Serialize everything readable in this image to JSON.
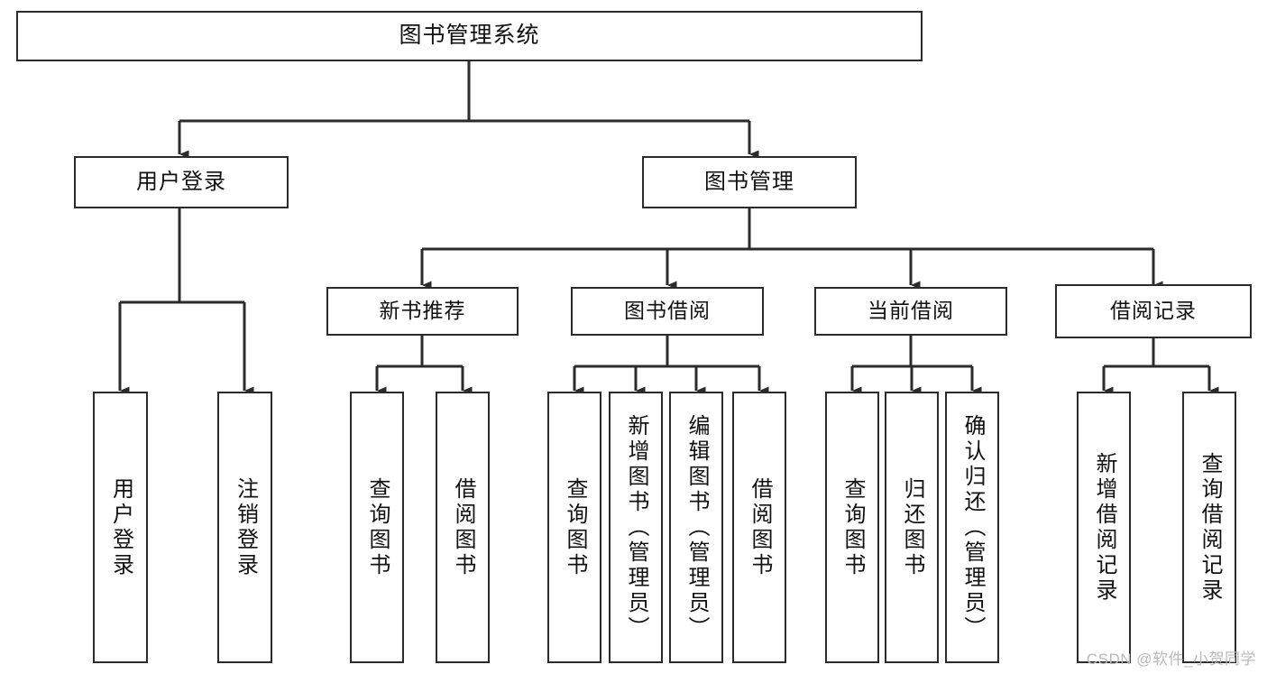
{
  "diagram": {
    "title": "图书管理系统",
    "type": "hierarchy-tree",
    "background_color": "#ffffff",
    "line_color": "#2b2b2b",
    "text_color": "#111111"
  },
  "nodes": {
    "root": {
      "label": "图书管理系统"
    },
    "level1": [
      {
        "id": "user-login",
        "label": "用户登录"
      },
      {
        "id": "book-manage",
        "label": "图书管理"
      }
    ],
    "level2": [
      {
        "id": "new-book-recommend",
        "label": "新书推荐"
      },
      {
        "id": "book-borrow",
        "label": "图书借阅"
      },
      {
        "id": "current-borrow",
        "label": "当前借阅"
      },
      {
        "id": "borrow-record",
        "label": "借阅记录"
      }
    ],
    "leaves": [
      {
        "id": "leaf-user-login",
        "label": "用户登录",
        "parent": "user-login"
      },
      {
        "id": "leaf-user-logout",
        "label": "注销登录",
        "parent": "user-login"
      },
      {
        "id": "leaf-query-book-1",
        "label": "查询图书",
        "parent": "new-book-recommend"
      },
      {
        "id": "leaf-borrow-book-1",
        "label": "借阅图书",
        "parent": "new-book-recommend"
      },
      {
        "id": "leaf-query-book-2",
        "label": "查询图书",
        "parent": "book-borrow"
      },
      {
        "id": "leaf-add-book",
        "label": "新增图书（管理员）",
        "parent": "book-borrow"
      },
      {
        "id": "leaf-edit-book",
        "label": "编辑图书（管理员）",
        "parent": "book-borrow"
      },
      {
        "id": "leaf-borrow-book-2",
        "label": "借阅图书",
        "parent": "book-borrow"
      },
      {
        "id": "leaf-query-book-3",
        "label": "查询图书",
        "parent": "current-borrow"
      },
      {
        "id": "leaf-return-book",
        "label": "归还图书",
        "parent": "current-borrow"
      },
      {
        "id": "leaf-confirm-return",
        "label": "确认归还（管理员）",
        "parent": "current-borrow"
      },
      {
        "id": "leaf-add-record",
        "label": "新增借阅记录",
        "parent": "borrow-record"
      },
      {
        "id": "leaf-query-record",
        "label": "查询借阅记录",
        "parent": "borrow-record"
      }
    ]
  },
  "watermark": {
    "text": "CSDN @软件_小贺同学"
  }
}
